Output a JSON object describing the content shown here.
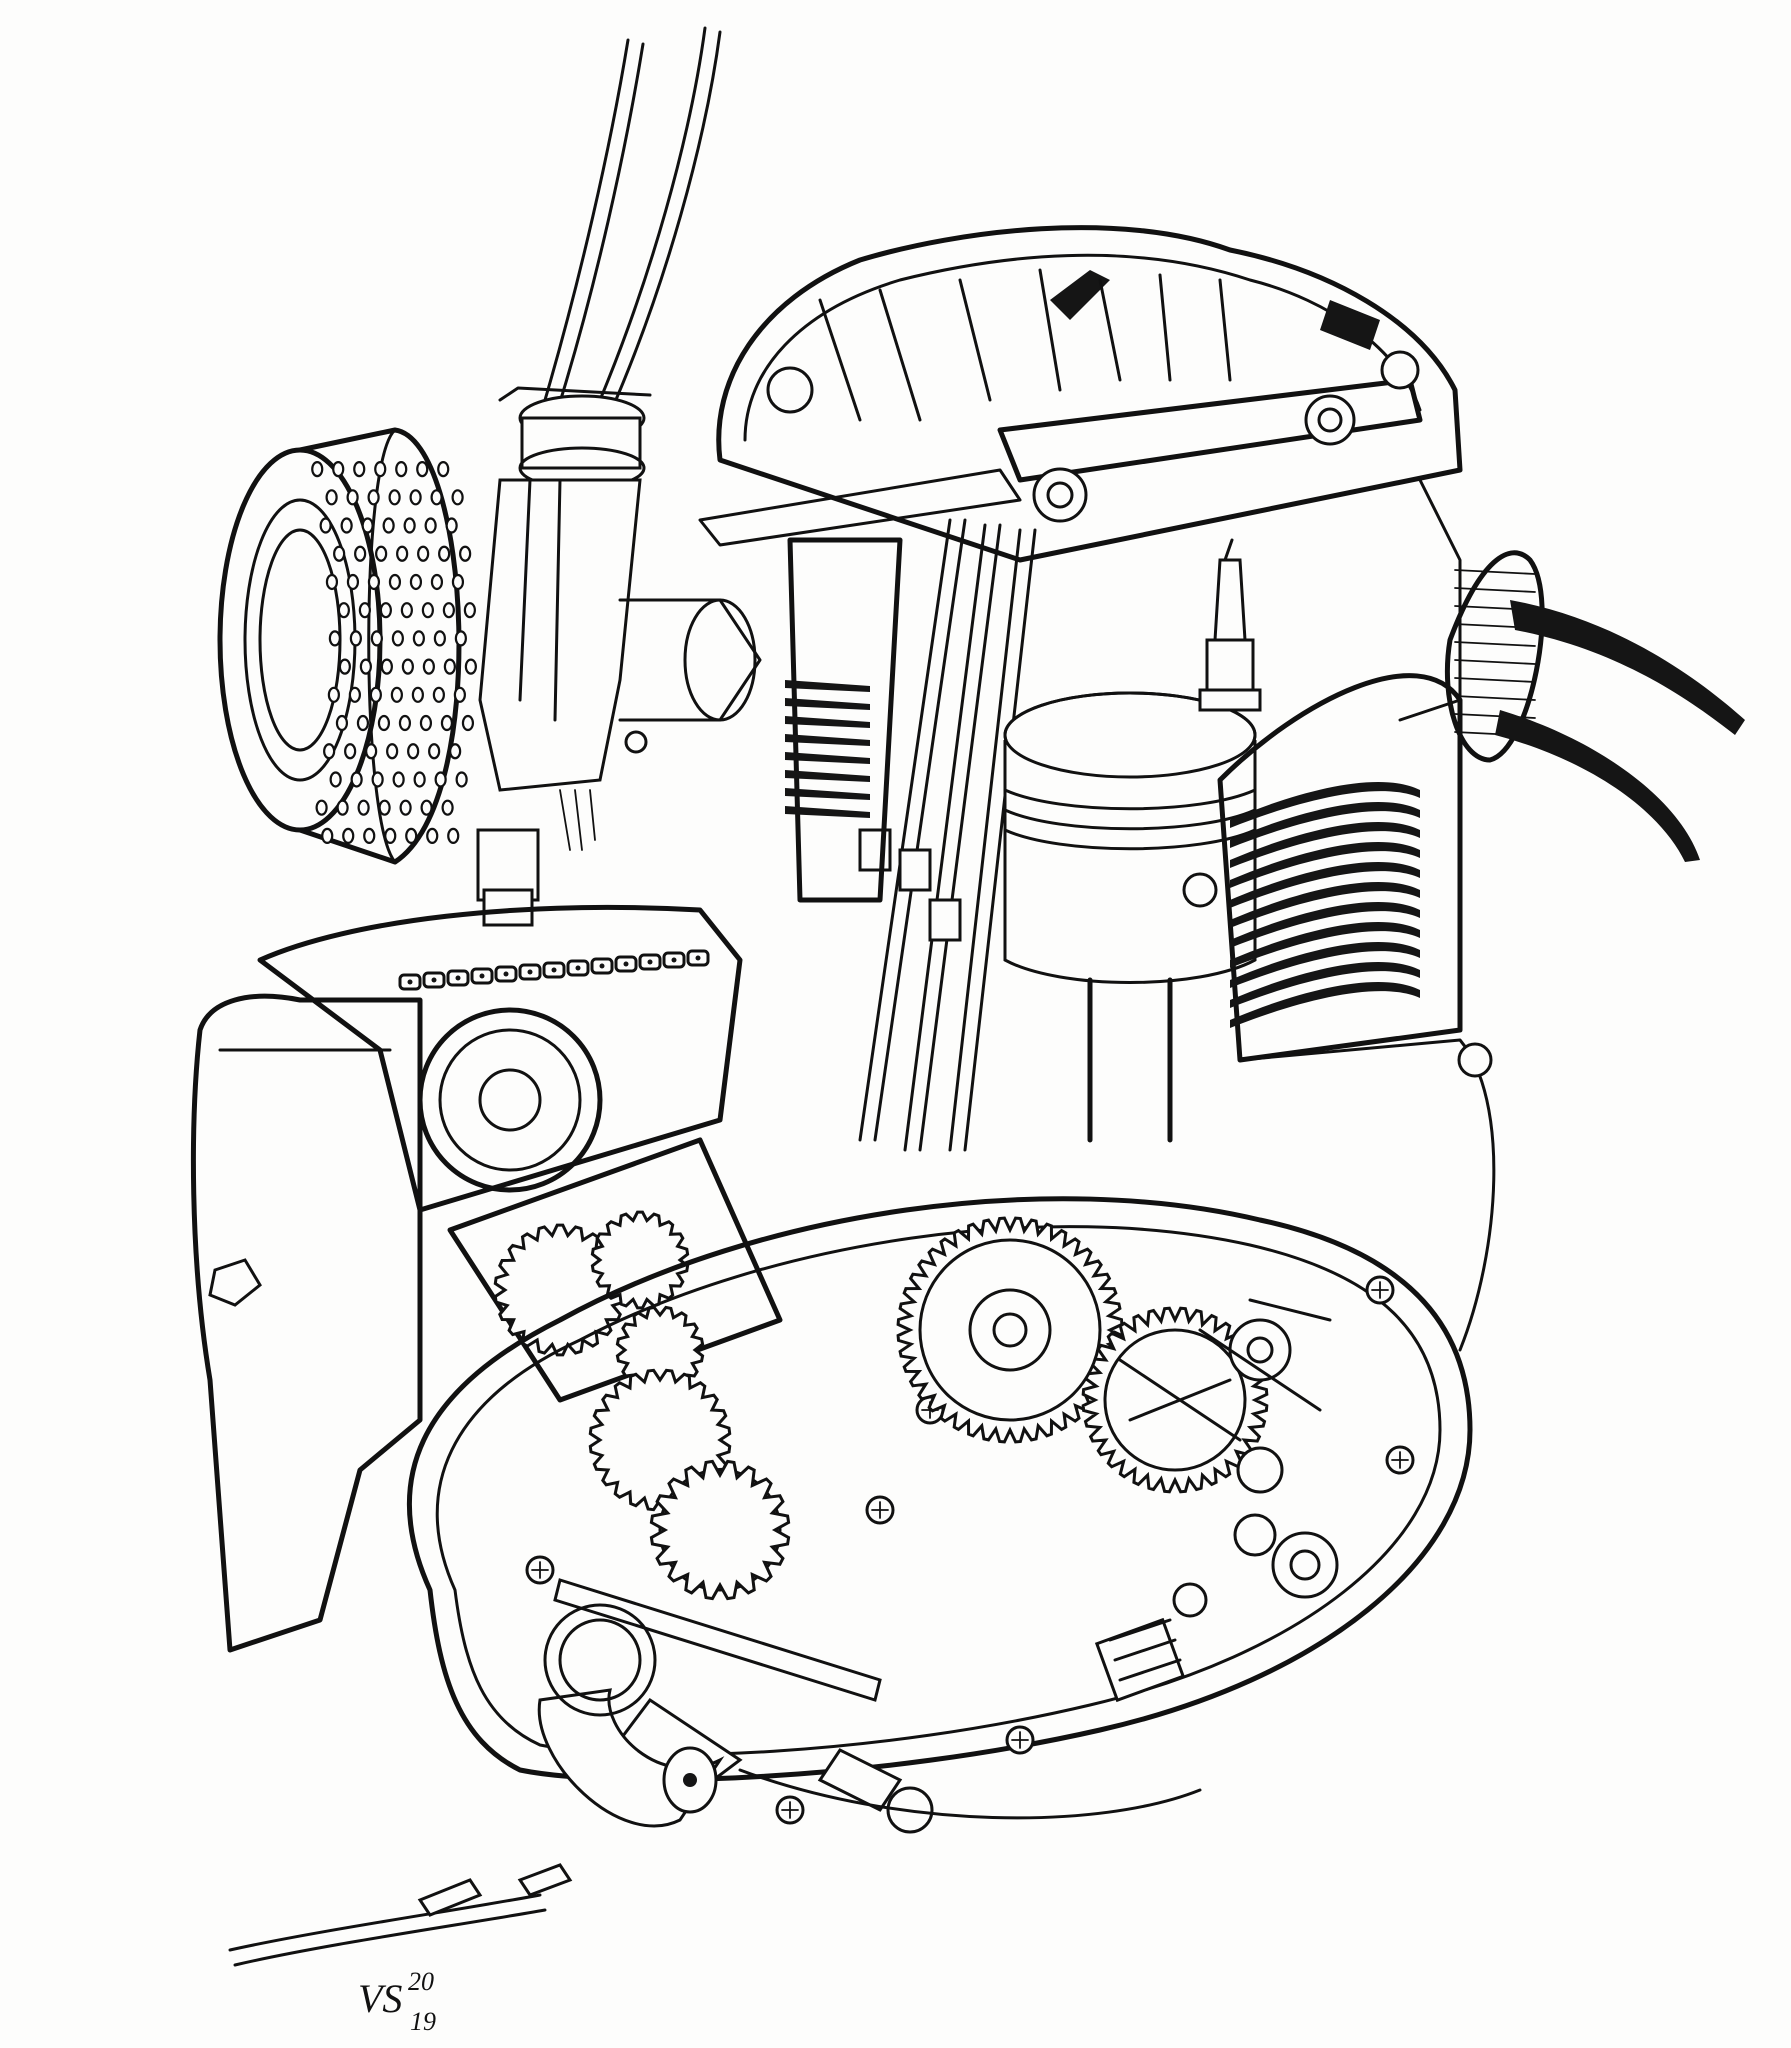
{
  "artwork": {
    "subject": "cutaway-engine-ink-drawing",
    "signature": {
      "initials": "VS",
      "year_top": "20",
      "year_bottom": "19"
    },
    "colors": {
      "ink": "#111111",
      "paper": "#fdfdfc"
    }
  }
}
